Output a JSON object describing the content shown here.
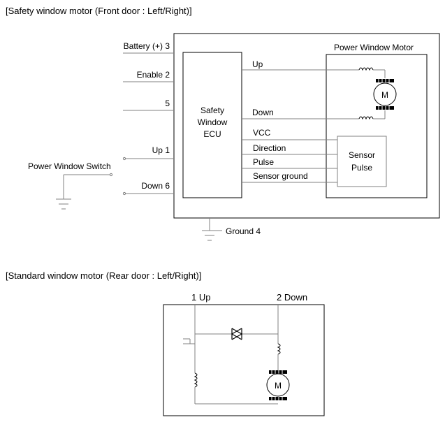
{
  "section1": {
    "title": "[Safety window motor (Front door : Left/Right)]",
    "pins": {
      "battery": "Battery (+)  3",
      "enable": "Enable  2",
      "pin5": "5",
      "up": "Up  1",
      "down": "Down  6",
      "ground": "Ground  4"
    },
    "switch_label": "Power  Window Switch",
    "ecu": {
      "line1": "Safety",
      "line2": "Window",
      "line3": "ECU"
    },
    "signals": {
      "up": "Up",
      "down": "Down",
      "vcc": "VCC",
      "direction": "Direction",
      "pulse": "Pulse",
      "sensor_ground": "Sensor ground"
    },
    "motor_box_label": "Power  Window  Motor",
    "sensor": {
      "line1": "Sensor",
      "line2": "Pulse"
    },
    "motor_symbol": "M"
  },
  "section2": {
    "title": "[Standard window motor (Rear door : Left/Right)]",
    "up_label": "1 Up",
    "down_label": "2 Down",
    "motor_symbol": "M"
  }
}
